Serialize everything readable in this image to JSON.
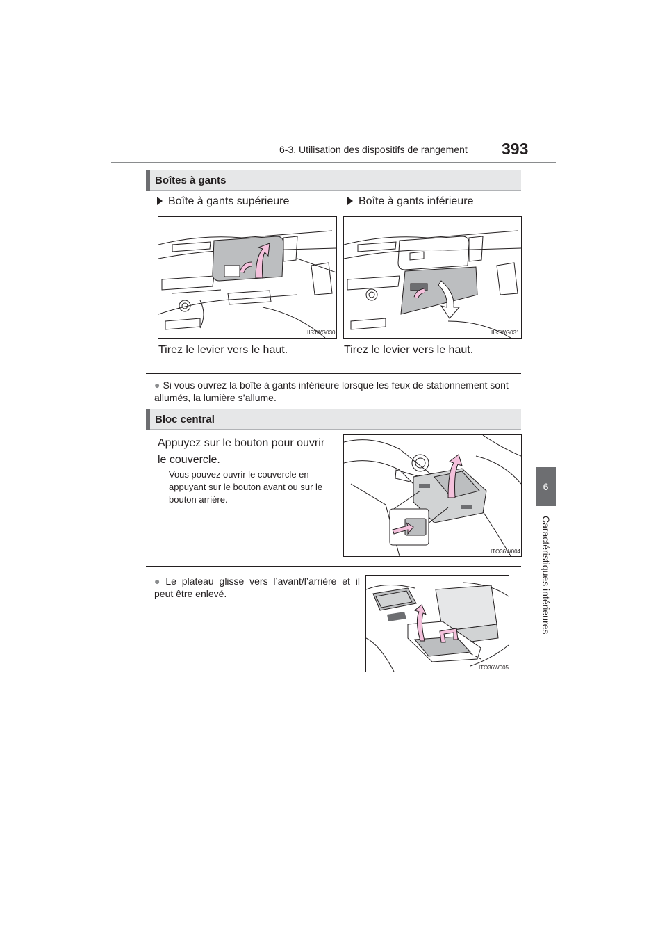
{
  "header": {
    "section": "6-3. Utilisation des dispositifs de rangement",
    "page_number": "393"
  },
  "side_tab": {
    "number": "6",
    "label": "Caractéristiques intérieures"
  },
  "glove_boxes": {
    "heading": "Boîtes à gants",
    "upper": {
      "title": "Boîte à gants supérieure",
      "figure_id": "II53WG030",
      "caption": "Tirez le levier vers le haut."
    },
    "lower": {
      "title": "Boîte à gants inférieure",
      "figure_id": "II53WG031",
      "caption": "Tirez le levier vers le haut."
    },
    "note": "Si vous ouvrez la boîte à gants inférieure lorsque les feux de stationnement sont allumés, la lumière s’allume."
  },
  "center_console": {
    "heading": "Bloc central",
    "instruction": "Appuyez sur le bouton pour ouvrir le couvercle.",
    "detail": "Vous pouvez ouvrir le couvercle en appuyant sur le bouton avant ou sur le bouton arrière.",
    "figure_id": "ITO36W004",
    "tray_note": "Le plateau glisse vers l’avant/l’arrière et il peut être enlevé.",
    "tray_figure_id": "ITO36W005"
  },
  "colors": {
    "arrow_pink": "#f4c1dc",
    "heading_bg": "#e6e7e8",
    "heading_bar": "#6d6e71",
    "tab_bg": "#6d6e71"
  }
}
